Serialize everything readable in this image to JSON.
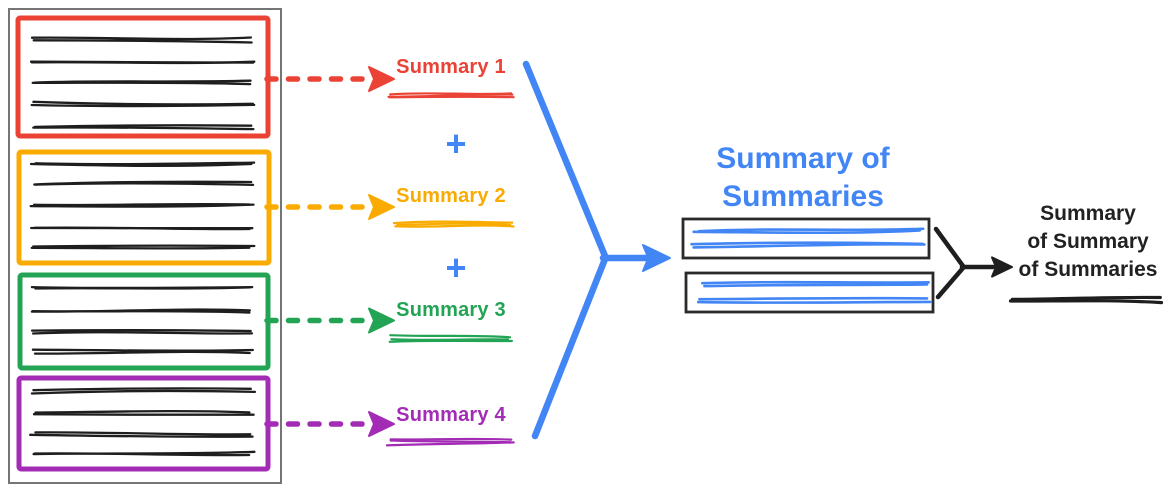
{
  "diagram": {
    "document": {
      "chunks": [
        {
          "id": "chunk-1",
          "color": "#EA4335",
          "text_line_count": 5
        },
        {
          "id": "chunk-2",
          "color": "#F9AB00",
          "text_line_count": 5
        },
        {
          "id": "chunk-3",
          "color": "#23A455",
          "text_line_count": 4
        },
        {
          "id": "chunk-4",
          "color": "#A32CB5",
          "text_line_count": 4
        }
      ]
    },
    "summaries": [
      {
        "label": "Summary 1",
        "color": "#EA4335",
        "scribble_line_count": 3
      },
      {
        "label": "Summary 2",
        "color": "#F9AB00",
        "scribble_line_count": 3
      },
      {
        "label": "Summary 3",
        "color": "#23A455",
        "scribble_line_count": 3
      },
      {
        "label": "Summary 4",
        "color": "#A32CB5",
        "scribble_line_count": 3
      }
    ],
    "plus_sign": "+",
    "summary_of_summaries": {
      "title_lines": [
        "Summary of",
        "Summaries"
      ],
      "color": "#4285F4",
      "box_count": 2,
      "scribble_lines_per_box": 2
    },
    "final_summary": {
      "title_lines": [
        "Summary",
        "of Summary",
        "of Summaries"
      ],
      "color": "#212121",
      "scribble_line_count": 1
    },
    "colors": {
      "ink": "#1E1E1E",
      "document_frame": "#757575",
      "summary_box_border": "#2A2A2A",
      "blue_accent": "#4285F4"
    }
  }
}
